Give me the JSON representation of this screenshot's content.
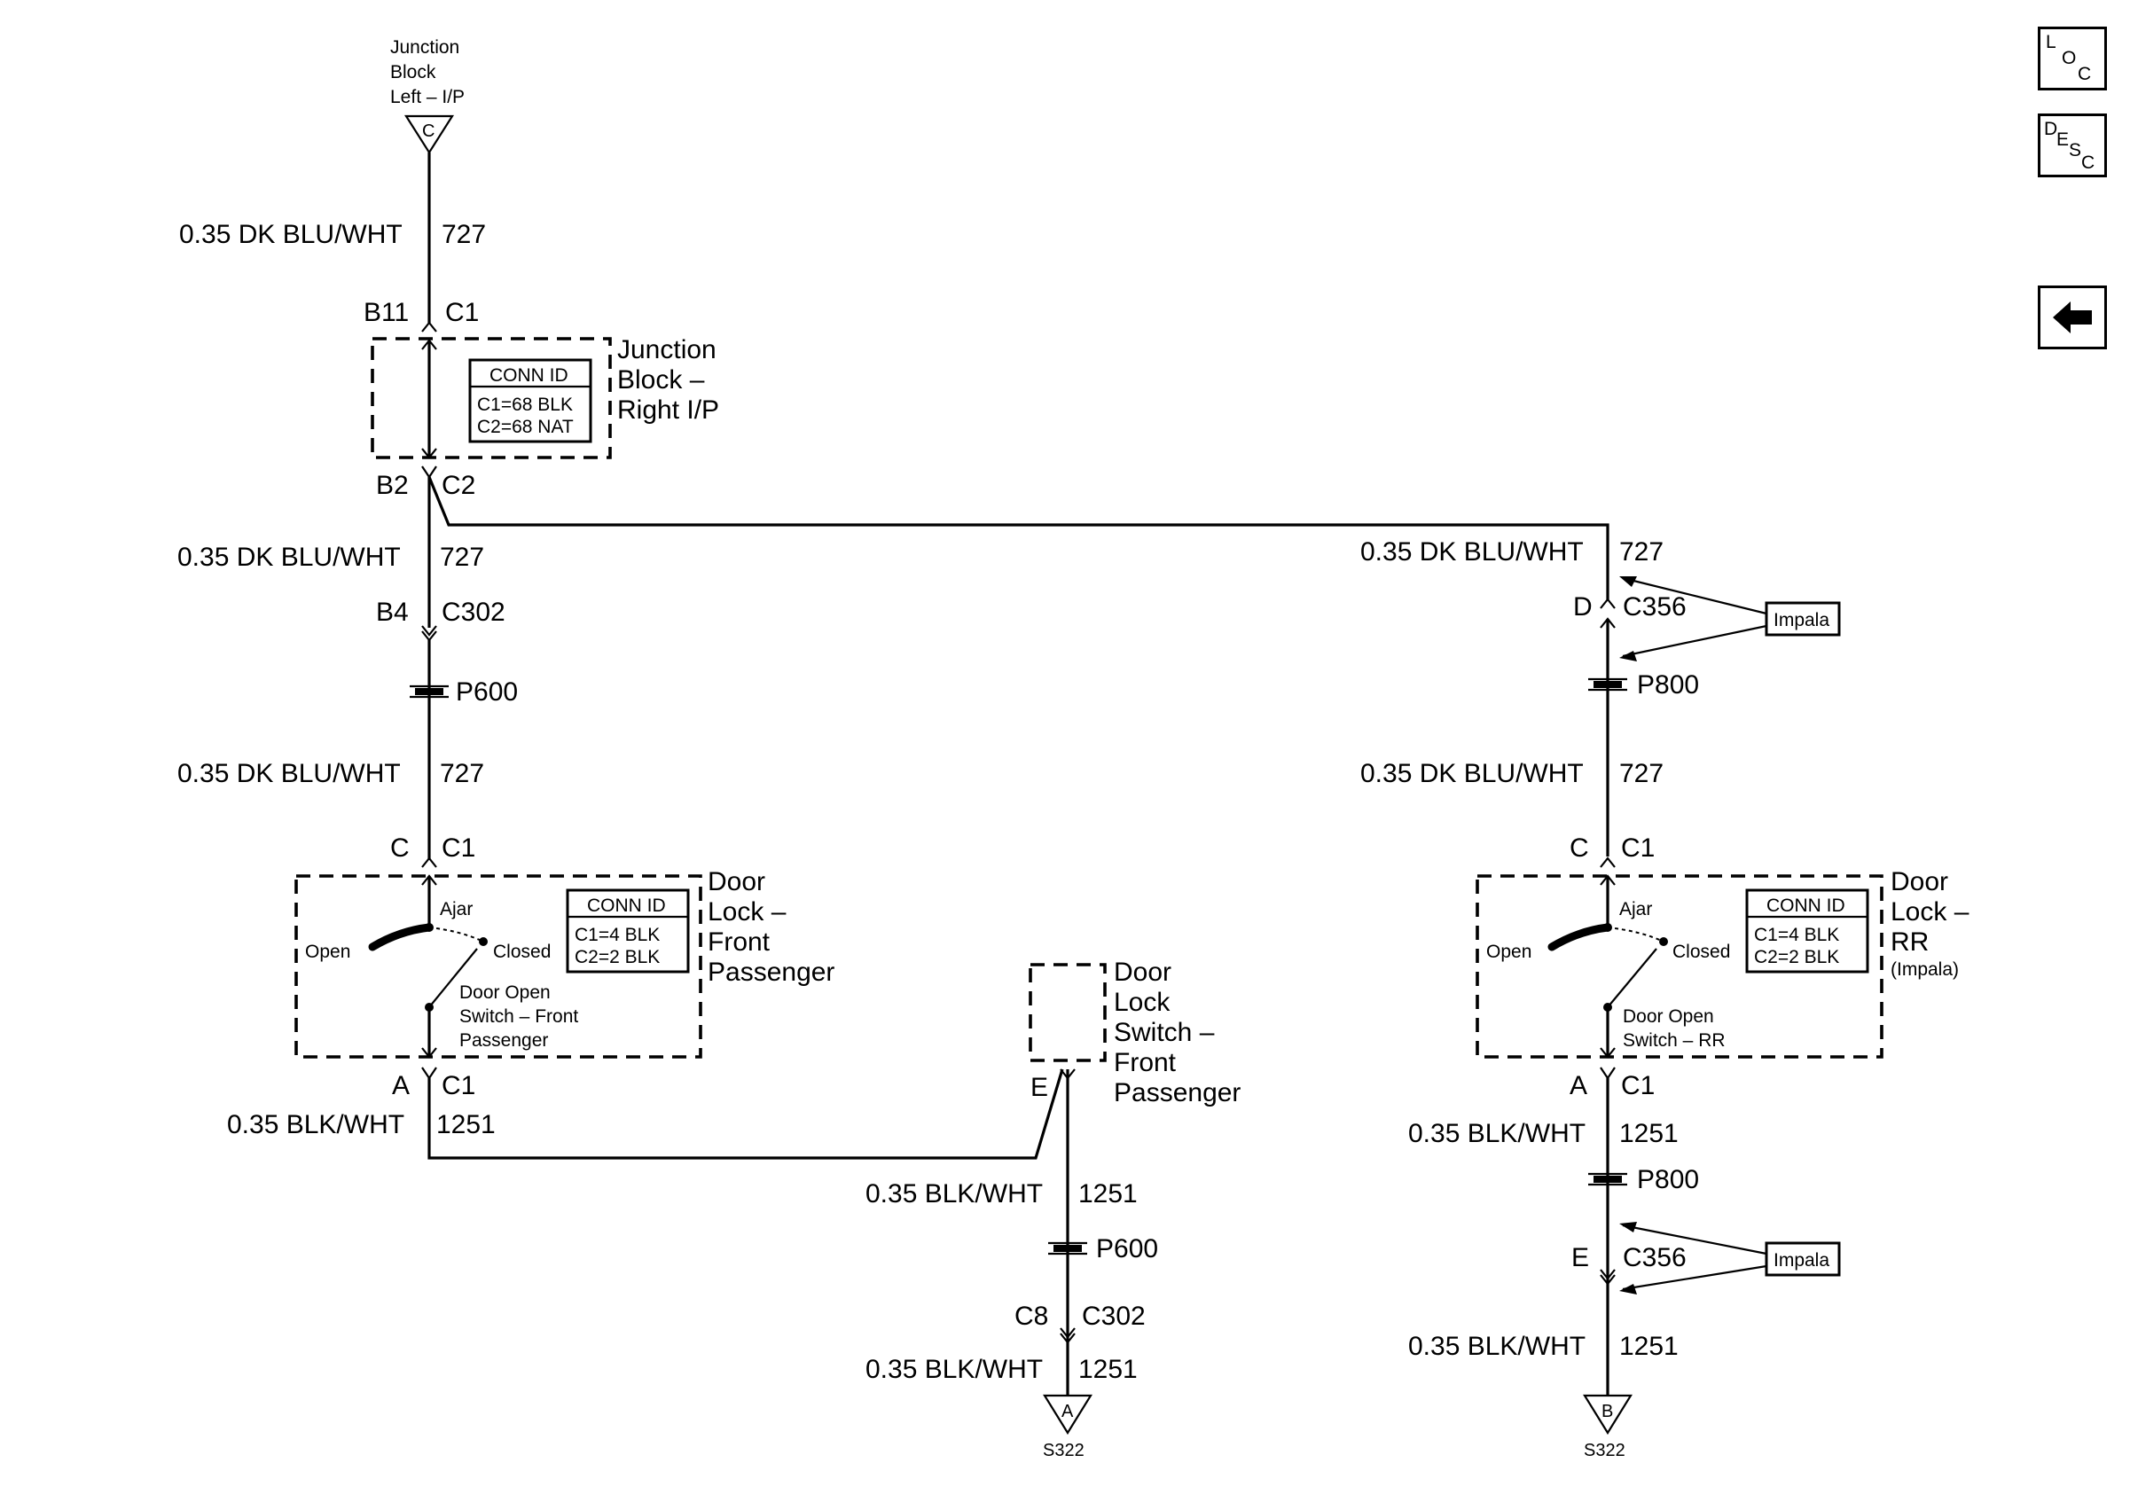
{
  "nav": {
    "loc": {
      "l1": "L",
      "l2": "O",
      "l3": "C"
    },
    "desc": {
      "l1": "D",
      "l2": "E",
      "l3": "S",
      "l4": "C"
    }
  },
  "top": {
    "junction_left_line1": "Junction",
    "junction_left_line2": "Block",
    "junction_left_line3": "Left – I/P",
    "terminal_c": "C"
  },
  "wire_top": {
    "gauge": "0.35 DK BLU/WHT",
    "circuit": "727"
  },
  "jb_right": {
    "pin_in": "B11",
    "conn_in": "C1",
    "name1": "Junction",
    "name2": "Block –",
    "name3": "Right I/P",
    "conn_id_title": "CONN ID",
    "conn_id_1": "C1=68 BLK",
    "conn_id_2": "C2=68 NAT",
    "pin_out": "B2",
    "conn_out": "C2"
  },
  "left_branch": {
    "wire1": {
      "gauge": "0.35 DK BLU/WHT",
      "circuit": "727"
    },
    "c302_pin": "B4",
    "c302": "C302",
    "splice": "P600",
    "wire2": {
      "gauge": "0.35 DK BLU/WHT",
      "circuit": "727"
    },
    "door_pin_in": "C",
    "door_conn_in": "C1",
    "door_name1": "Door",
    "door_name2": "Lock –",
    "door_name3": "Front",
    "door_name4": "Passenger",
    "ajar": "Ajar",
    "open": "Open",
    "closed": "Closed",
    "switch1": "Door Open",
    "switch2": "Switch – Front",
    "switch3": "Passenger",
    "conn_id_title": "CONN ID",
    "conn_id_1": "C1=4 BLK",
    "conn_id_2": "C2=2 BLK",
    "door_pin_out": "A",
    "door_conn_out": "C1",
    "wire3": {
      "gauge": "0.35 BLK/WHT",
      "circuit": "1251"
    }
  },
  "middle_branch": {
    "name1": "Door",
    "name2": "Lock",
    "name3": "Switch –",
    "name4": "Front",
    "name5": "Passenger",
    "pin": "E",
    "wire1": {
      "gauge": "0.35 BLK/WHT",
      "circuit": "1251"
    },
    "splice": "P600",
    "c302_pin": "C8",
    "c302": "C302",
    "wire2": {
      "gauge": "0.35 BLK/WHT",
      "circuit": "1251"
    },
    "terminal": "A",
    "splice_ref": "S322"
  },
  "right_branch": {
    "wire1": {
      "gauge": "0.35 DK BLU/WHT",
      "circuit": "727"
    },
    "c356_pin": "D",
    "c356": "C356",
    "impala1": "Impala",
    "splice": "P800",
    "wire2": {
      "gauge": "0.35 DK BLU/WHT",
      "circuit": "727"
    },
    "door_pin_in": "C",
    "door_conn_in": "C1",
    "door_name1": "Door",
    "door_name2": "Lock –",
    "door_name3": "RR",
    "door_name4": "(Impala)",
    "ajar": "Ajar",
    "open": "Open",
    "closed": "Closed",
    "switch1": "Door Open",
    "switch2": "Switch – RR",
    "conn_id_title": "CONN ID",
    "conn_id_1": "C1=4 BLK",
    "conn_id_2": "C2=2 BLK",
    "door_pin_out": "A",
    "door_conn_out": "C1",
    "wire3": {
      "gauge": "0.35 BLK/WHT",
      "circuit": "1251"
    },
    "splice2": "P800",
    "c356b_pin": "E",
    "c356b": "C356",
    "impala2": "Impala",
    "wire4": {
      "gauge": "0.35 BLK/WHT",
      "circuit": "1251"
    },
    "terminal": "B",
    "splice_ref": "S322"
  }
}
